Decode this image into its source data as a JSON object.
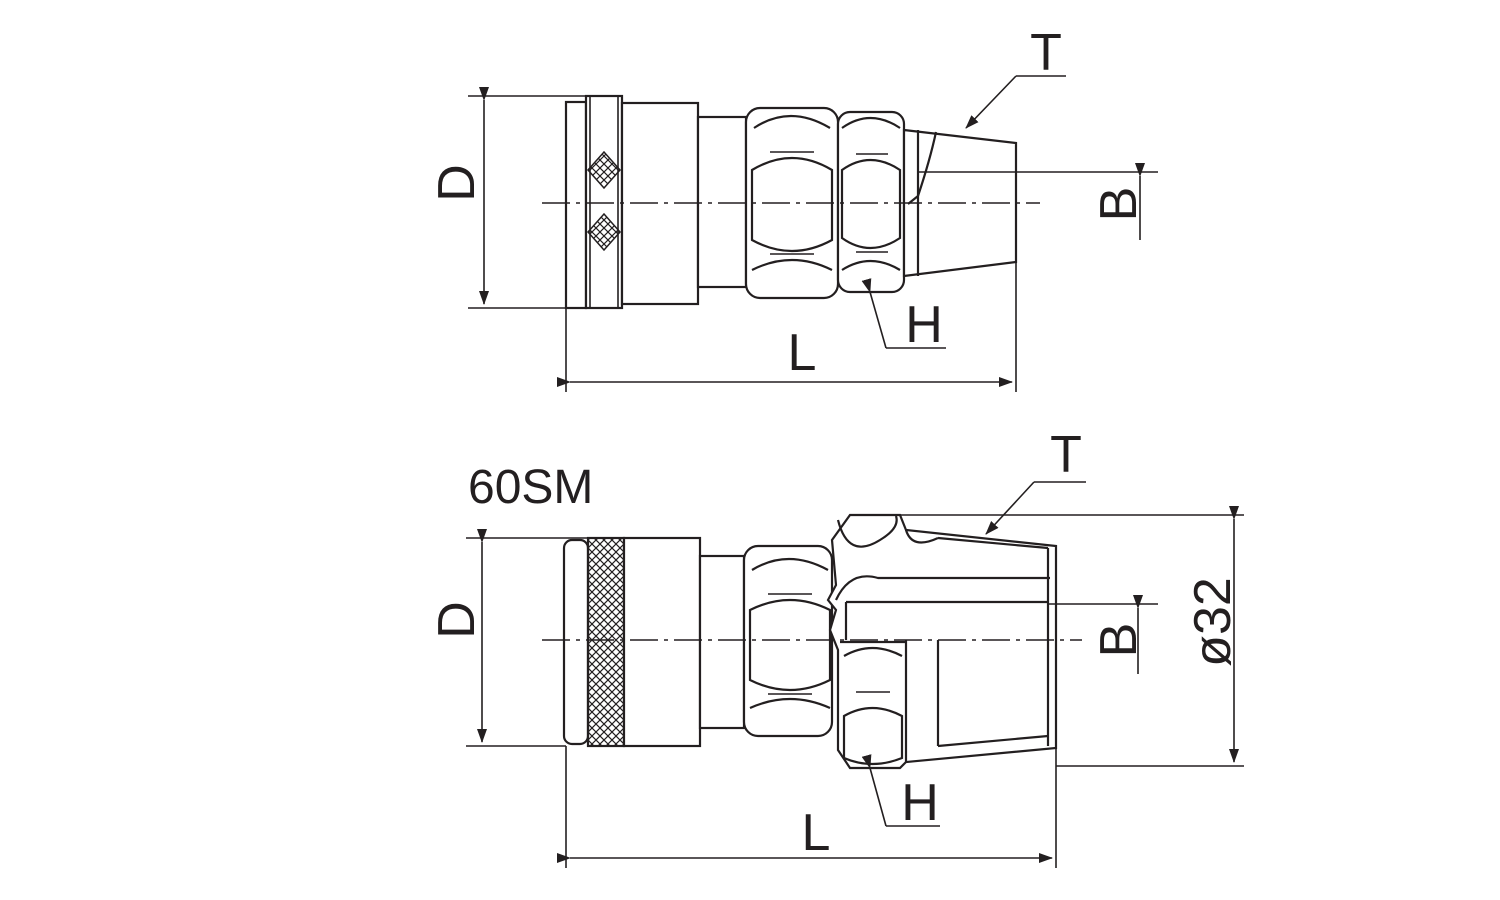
{
  "drawings": [
    {
      "labels": {
        "t": "T",
        "d": "D",
        "b": "B",
        "h": "H",
        "l": "L"
      }
    },
    {
      "title": "60SM",
      "labels": {
        "t": "T",
        "d": "D",
        "b": "B",
        "h": "H",
        "l": "L",
        "od": "ø32"
      }
    }
  ]
}
